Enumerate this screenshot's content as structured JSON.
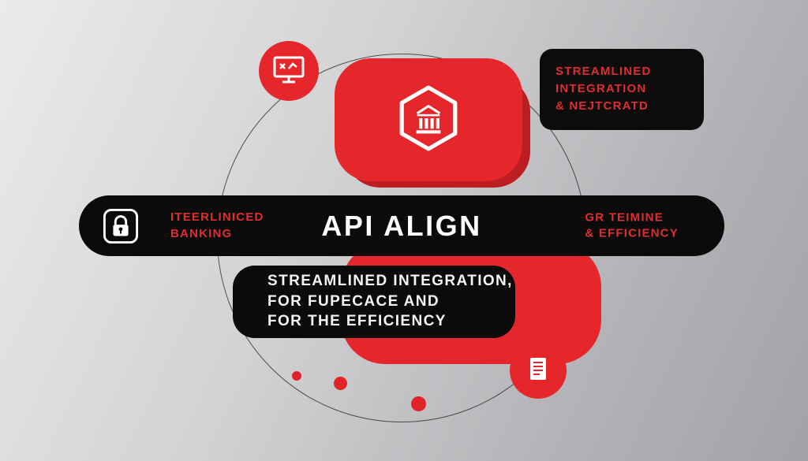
{
  "colors": {
    "background_from": "#ebebeb",
    "background_to": "#a2a2a7",
    "red": "#e5262b",
    "red_shadow": "#bb1d22",
    "black": "#0b0b0b",
    "red_text": "#e02e2e",
    "white": "#ffffff"
  },
  "icons": {
    "top_card": "bank-hexagon-icon",
    "top_left_badge": "monitor-chart-icon",
    "banner": "lock-icon",
    "bottom_right_badge": "document-icon"
  },
  "top_right_box": {
    "lines": [
      "STREAMLINED",
      "INTEGRATION",
      "& NEJTCRATD"
    ]
  },
  "banner": {
    "left_lines": [
      "ITEERLINICED",
      "BANKING"
    ],
    "title": "API ALIGN",
    "right_lines": [
      "GR TEIMINE",
      "& EFFICIENCY"
    ]
  },
  "subtitle_box": {
    "lines": [
      "STREAMLINED INTEGRATION,",
      "FOR FUPECACE AND",
      "FOR THE EFFICIENCY"
    ]
  }
}
